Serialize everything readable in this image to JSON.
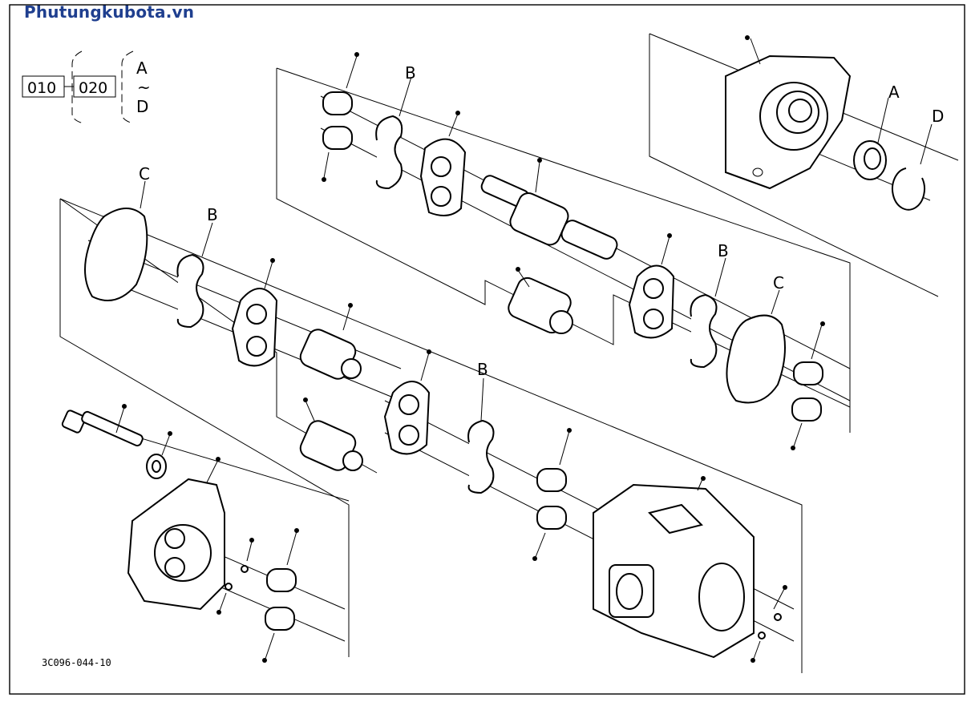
{
  "brand": "Phutungkubota.vn",
  "ref_boxes": [
    "010",
    "020"
  ],
  "range": {
    "from": "A",
    "symbol": "~",
    "to": "D"
  },
  "callouts": [
    "A",
    "B",
    "B",
    "B",
    "B",
    "C",
    "C",
    "D"
  ],
  "drawing_code": "3C096-044-10"
}
